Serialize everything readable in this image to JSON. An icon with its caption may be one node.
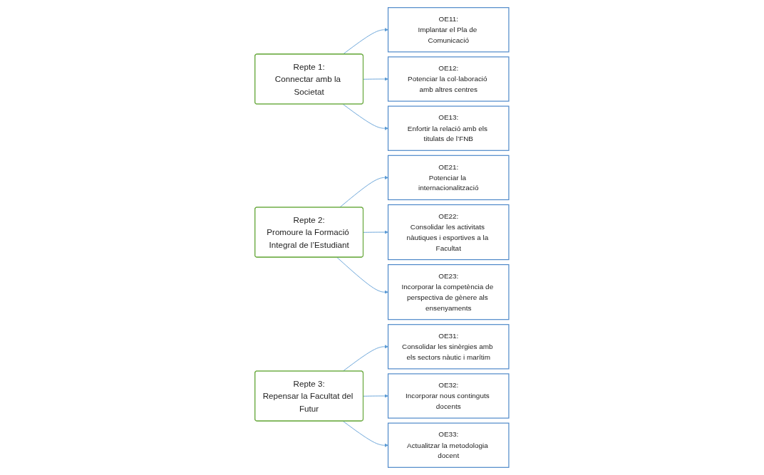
{
  "diagram": {
    "nodes": [
      {
        "text": [
          "Repte 1:",
          "Connectar amb la Societat"
        ]
      },
      {
        "text": [
          "OE11:",
          "Implantar el Pla de Comunicació"
        ]
      },
      {
        "text": [
          "OE12:",
          "Potenciar la col·laboració amb altres centres"
        ]
      },
      {
        "text": [
          "OE13:",
          "Enfortir la relació amb els titulats de l’FNB"
        ]
      },
      {
        "text": [
          "Repte 2:",
          "Promoure la Formació Integral de l’Estudiant"
        ]
      },
      {
        "text": [
          "OE21:",
          "Potenciar la internacionalització"
        ]
      },
      {
        "text": [
          "OE22:",
          "Consolidar les activitats nàutiques i esportives a la Facultat"
        ]
      },
      {
        "text": [
          "OE23:",
          "Incorporar la competència de perspectiva de gènere als ensenyaments"
        ]
      },
      {
        "text": [
          "Repte 3:",
          "Repensar la Facultat del Futur"
        ]
      },
      {
        "text": [
          "OE31:",
          "Consolidar les sinèrgies amb els sectors nàutic i marítim"
        ]
      },
      {
        "text": [
          "OE32:",
          "Incorporar nous continguts docents"
        ]
      },
      {
        "text": [
          "OE33:",
          "Actualitzar la metodologia docent"
        ]
      }
    ],
    "edges": [
      {
        "from": 0,
        "to": 1,
        "arrow": "to"
      },
      {
        "from": 0,
        "to": 2,
        "arrow": "to"
      },
      {
        "from": 0,
        "to": 3,
        "arrow": "to"
      },
      {
        "from": 4,
        "to": 5,
        "arrow": "to"
      },
      {
        "from": 4,
        "to": 6,
        "arrow": "to"
      },
      {
        "from": 4,
        "to": 7,
        "arrow": "to"
      },
      {
        "from": 8,
        "to": 9,
        "arrow": "to"
      },
      {
        "from": 8,
        "to": 10,
        "arrow": "to"
      },
      {
        "from": 8,
        "to": 11,
        "arrow": "to"
      }
    ]
  }
}
